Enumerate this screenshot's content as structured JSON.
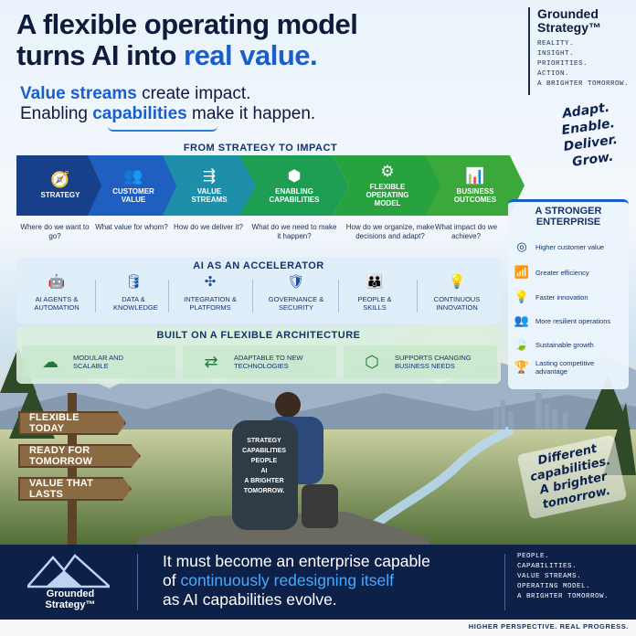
{
  "header": {
    "title_line1": "A flexible operating model",
    "title_line2_prefix": "turns AI into ",
    "title_line2_highlight": "real value.",
    "subtitle_line1_highlight": "Value streams",
    "subtitle_line1_rest": " create impact.",
    "subtitle_line2_prefix": "Enabling ",
    "subtitle_line2_highlight": "capabilities",
    "subtitle_line2_rest": " make it happen."
  },
  "brand_top": {
    "name_line1": "Grounded",
    "name_line2": "Strategy™",
    "taglines": [
      "REALITY.",
      "INSIGHT.",
      "PRIORITIES.",
      "ACTION.",
      "A BRIGHTER TOMORROW."
    ]
  },
  "script_top": [
    "Adapt.",
    "Enable.",
    "Deliver.",
    "Grow."
  ],
  "flow": {
    "heading": "FROM STRATEGY TO IMPACT",
    "steps": [
      {
        "icon": "compass-icon",
        "glyph": "🧭",
        "label": "STRATEGY",
        "question": "Where do we want to go?",
        "color": "#173f8a"
      },
      {
        "icon": "people-icon",
        "glyph": "👥",
        "label": "CUSTOMER VALUE",
        "question": "What value for whom?",
        "color": "#1f5fc0"
      },
      {
        "icon": "arrows-icon",
        "glyph": "⇶",
        "label": "VALUE STREAMS",
        "question": "How do we deliver it?",
        "color": "#1d8fa8"
      },
      {
        "icon": "cubes-icon",
        "glyph": "⬢",
        "label": "ENABLING CAPABILITIES",
        "question": "What do we need to make it happen?",
        "color": "#1e9e52"
      },
      {
        "icon": "gear-icon",
        "glyph": "⚙",
        "label": "FLEXIBLE OPERATING MODEL",
        "question": "How do we organize, make decisions and adapt?",
        "color": "#27a23e"
      },
      {
        "icon": "bar-chart-icon",
        "glyph": "📊",
        "label": "BUSINESS OUTCOMES",
        "question": "What impact do we achieve?",
        "color": "#3aa83a"
      }
    ]
  },
  "ai": {
    "heading": "AI AS AN ACCELERATOR",
    "items": [
      {
        "icon": "robot-icon",
        "glyph": "🤖",
        "label": "AI AGENTS & AUTOMATION"
      },
      {
        "icon": "database-icon",
        "glyph": "🛢",
        "label": "DATA & KNOWLEDGE"
      },
      {
        "icon": "network-icon",
        "glyph": "✣",
        "label": "INTEGRATION & PLATFORMS"
      },
      {
        "icon": "shield-icon",
        "glyph": "🛡",
        "label": "GOVERNANCE & SECURITY"
      },
      {
        "icon": "team-icon",
        "glyph": "👪",
        "label": "PEOPLE & SKILLS"
      },
      {
        "icon": "lightbulb-icon",
        "glyph": "💡",
        "label": "CONTINUOUS INNOVATION"
      }
    ]
  },
  "architecture": {
    "heading": "BUILT ON A FLEXIBLE ARCHITECTURE",
    "items": [
      {
        "icon": "cloud-icon",
        "glyph": "☁",
        "label": "MODULAR AND SCALABLE"
      },
      {
        "icon": "swap-arrows-icon",
        "glyph": "⇄",
        "label": "ADAPTABLE TO NEW TECHNOLOGIES"
      },
      {
        "icon": "cube-icon",
        "glyph": "⬡",
        "label": "SUPPORTS CHANGING BUSINESS NEEDS"
      }
    ]
  },
  "enterprise": {
    "heading": "A STRONGER ENTERPRISE",
    "items": [
      {
        "icon": "target-icon",
        "glyph": "◎",
        "label": "Higher customer value"
      },
      {
        "icon": "bar-chart-icon",
        "glyph": "📶",
        "label": "Greater efficiency"
      },
      {
        "icon": "lightbulb-icon",
        "glyph": "💡",
        "label": "Faster innovation"
      },
      {
        "icon": "team-icon",
        "glyph": "👥",
        "label": "More resilient operations"
      },
      {
        "icon": "leaf-icon",
        "glyph": "🍃",
        "label": "Sustainable growth"
      },
      {
        "icon": "trophy-icon",
        "glyph": "🏆",
        "label": "Lasting competitive advantage"
      }
    ]
  },
  "signs": [
    "FLEXIBLE TODAY",
    "READY FOR TOMORROW",
    "VALUE THAT LASTS"
  ],
  "backpack": [
    "STRATEGY",
    "CAPABILITIES",
    "PEOPLE",
    "AI",
    "A BRIGHTER",
    "TOMORROW."
  ],
  "script_right": [
    "Different",
    "capabilities.",
    "A brighter",
    "tomorrow."
  ],
  "footer": {
    "brand_line1": "Grounded",
    "brand_line2": "Strategy™",
    "msg_line1": "It must become an enterprise capable",
    "msg_line2_prefix": "of ",
    "msg_line2_highlight": "continuously redesigning itself",
    "msg_line3": "as AI capabilities evolve.",
    "list": [
      "PEOPLE.",
      "CAPABILITIES.",
      "VALUE STREAMS.",
      "OPERATING MODEL.",
      "A BRIGHTER TOMORROW."
    ],
    "tagline": "HIGHER PERSPECTIVE. REAL PROGRESS."
  }
}
